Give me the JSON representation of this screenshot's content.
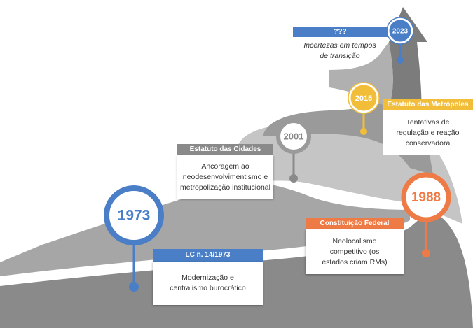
{
  "colors": {
    "blue": "#4a7fc7",
    "yellow": "#f2be3a",
    "orange": "#ee7a45",
    "grey_light": "#c4c4c4",
    "grey_mid": "#a8a8a8",
    "grey_dark": "#898989",
    "grey_text": "#8a8a8a"
  },
  "milestones": [
    {
      "year": "1973",
      "color": "blue",
      "title": "LC n. 14/1973",
      "lines": [
        "Modernização e",
        "centralismo burocrático"
      ]
    },
    {
      "year": "2001",
      "color": "grey_text",
      "title": "Estatuto das Cidades",
      "lines": [
        "Ancoragem ao",
        "neodesenvolvimentismo e",
        "metropolização institucional"
      ]
    },
    {
      "year": "1988",
      "color": "orange",
      "title": "Constituição Federal",
      "lines": [
        "Neolocalismo",
        "competitivo (os",
        "estados criam RMs)"
      ]
    },
    {
      "year": "2015",
      "color": "yellow",
      "title": "Estatuto das Metrópoles",
      "lines": [
        "Tentativas de",
        "regulação e reação",
        "conservadora"
      ]
    },
    {
      "year": "2023",
      "color": "blue",
      "title": "???",
      "lines": [
        "Incertezas em tempos",
        "de transição"
      ]
    }
  ]
}
